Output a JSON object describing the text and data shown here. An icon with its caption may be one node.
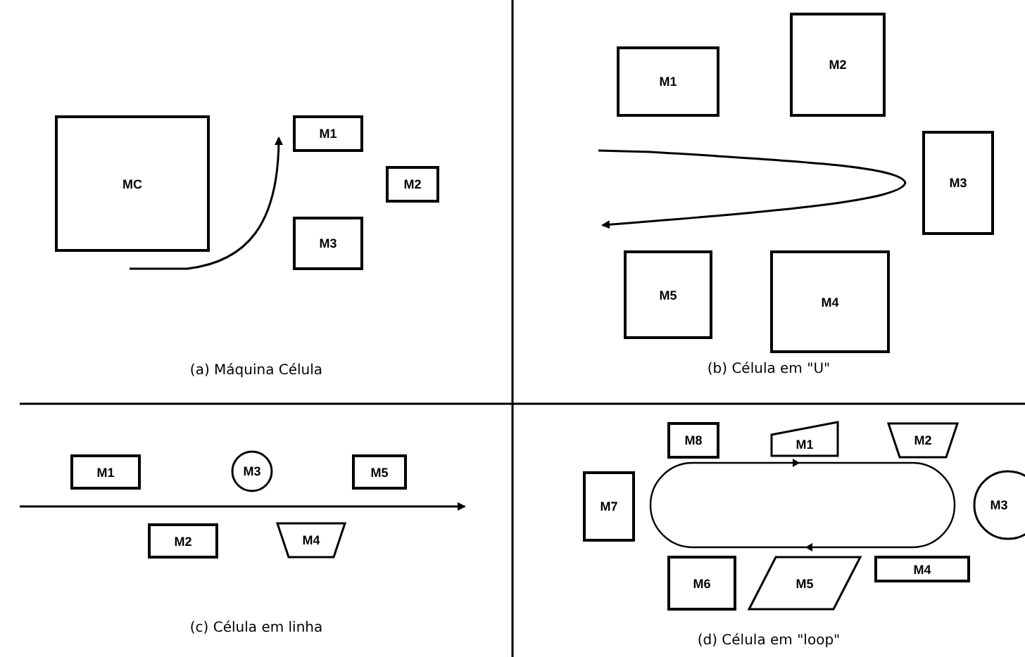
{
  "diagram": {
    "nodes": [
      {
        "text": [
          "MC"
        ]
      },
      {
        "text": [
          "M1"
        ]
      },
      {
        "text": [
          "M2"
        ]
      },
      {
        "text": [
          "M3"
        ]
      },
      {
        "text": [
          "M1"
        ]
      },
      {
        "text": [
          "M2"
        ]
      },
      {
        "text": [
          "M3"
        ]
      },
      {
        "text": [
          "M5"
        ]
      },
      {
        "text": [
          "M4"
        ]
      },
      {
        "text": [
          "M1"
        ]
      },
      {
        "text": [
          "M3"
        ]
      },
      {
        "text": [
          "M5"
        ]
      },
      {
        "text": [
          "M2"
        ]
      },
      {
        "text": [
          "M4"
        ]
      },
      {
        "text": [
          "M8"
        ]
      },
      {
        "text": [
          "M1"
        ]
      },
      {
        "text": [
          "M2"
        ]
      },
      {
        "text": [
          "M7"
        ]
      },
      {
        "text": [
          "M3"
        ]
      },
      {
        "text": [
          "M6"
        ]
      },
      {
        "text": [
          "M5"
        ]
      },
      {
        "text": [
          "M4"
        ]
      }
    ],
    "labels": [
      "(a) Máquina Célula",
      "(b) Célula em \"U\"",
      "(c) Célula em linha",
      "(d) Célula em \"loop\""
    ]
  }
}
